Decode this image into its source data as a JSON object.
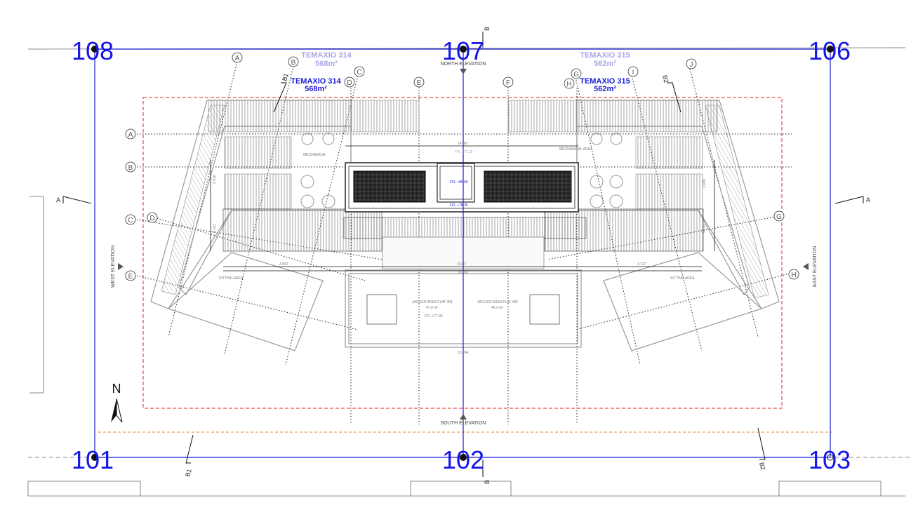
{
  "grid_points": {
    "p108": "108",
    "p107": "107",
    "p106": "106",
    "p101": "101",
    "p102": "102",
    "p103": "103"
  },
  "areas": {
    "left_faint_name": "TEMAXIO 314",
    "left_faint_area": "568m²",
    "left_name": "TEMAXIO 314",
    "left_area": "568m²",
    "right_faint_name": "TEMAXIO 315",
    "right_faint_area": "562m²",
    "right_name": "TEMAXIO 315",
    "right_area": "562m²"
  },
  "elevations": {
    "north": "NORTH ELEVATION",
    "south": "SOUTH ELEVATION",
    "west": "WEST ELEVATION",
    "east": "EAST ELEVATION"
  },
  "sections": {
    "a_left": "A",
    "a_right": "A",
    "b_top": "B",
    "b_bottom": "B",
    "b1_top": "B1",
    "b1_bottom": "B1",
    "b2_top": "B2",
    "b2_bottom": "B2"
  },
  "north_arrow": "N",
  "grid_left": [
    "A",
    "B",
    "C",
    "D",
    "E"
  ],
  "grid_right": [
    "G",
    "H"
  ],
  "grid_top": [
    "A",
    "B",
    "C",
    "D",
    "E",
    "F",
    "G",
    "H",
    "I",
    "J"
  ],
  "rooms": {
    "mech_left": "MECHANICAL",
    "mech_right": "MECHANICAL AREA",
    "sitting_left": "SITTING AREA",
    "sitting_right": "SITTING AREA",
    "jacuzzi_left": "JACUZZI AREA FLAT 401",
    "jacuzzi_left_area": "47.0 m²",
    "jacuzzi_right": "JACUZZI AREA FLAT 402",
    "jacuzzi_right_area": "46.2 m²",
    "ffl_jacuzzi": "FFL +77.35",
    "ffl_top": "FFL +80.90",
    "ffl_bottom": "FFL +78.35",
    "ffl_mech": "FFL +77.35"
  },
  "dims": {
    "d_top": "14.387",
    "d_mid_left": "3.592",
    "d_mid_center": "9.047",
    "d_mid_right": "3.727",
    "d_total": "29.050",
    "d_bottom": "13.394",
    "d_left_vert1": "2.910",
    "d_left_vert2": "5.101",
    "d_right_vert1": "2.899",
    "d_right_vert2": "5.110"
  }
}
